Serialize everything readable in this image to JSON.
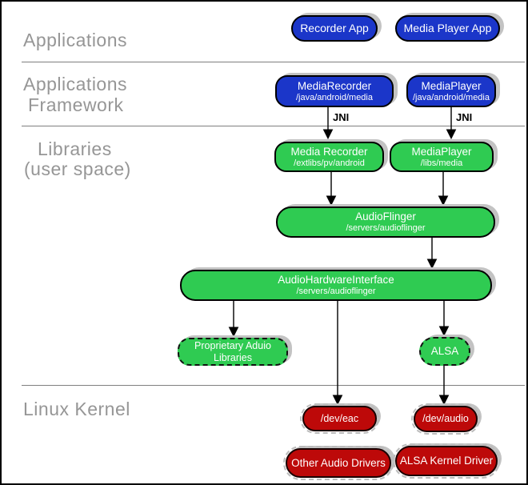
{
  "layers": {
    "applications": {
      "label": "Applications"
    },
    "framework": {
      "label_line1": "Applications",
      "label_line2": "Framework"
    },
    "libraries": {
      "label_line1": "Libraries",
      "label_line2": "(user space)"
    },
    "kernel": {
      "label": "Linux Kernel"
    }
  },
  "nodes": {
    "recorder_app": {
      "label": "Recorder App"
    },
    "media_player_app": {
      "label": "Media Player App"
    },
    "media_recorder_fw": {
      "label": "MediaRecorder",
      "path": "/java/android/media"
    },
    "media_player_fw": {
      "label": "MediaPlayer",
      "path": "/java/android/media"
    },
    "media_recorder_lib": {
      "label": "Media Recorder",
      "path": "/extlibs/pv/android"
    },
    "media_player_lib": {
      "label": "MediaPlayer",
      "path": "/libs/media"
    },
    "audio_flinger": {
      "label": "AudioFlinger",
      "path": "/servers/audioflinger"
    },
    "audio_hardware_interface": {
      "label": "AudioHardwareInterface",
      "path": "/servers/audioflinger"
    },
    "proprietary_audio_libraries": {
      "label_line1": "Proprietary Aduio",
      "label_line2": "Libraries"
    },
    "alsa": {
      "label": "ALSA"
    },
    "dev_eac": {
      "label": "/dev/eac"
    },
    "dev_audio": {
      "label": "/dev/audio"
    },
    "other_audio_drivers": {
      "label": "Other Audio Drivers"
    },
    "alsa_kernel_driver": {
      "label": "ALSA Kernel Driver"
    }
  },
  "edge_labels": {
    "jni_left": "JNI",
    "jni_right": "JNI"
  },
  "colors": {
    "app_blue": "#1b36c9",
    "lib_green": "#2fcb52",
    "kernel_red": "#bd0909",
    "label_gray": "#969696",
    "shadow_gray": "#c3c3c3",
    "divider_gray": "#7f7f7f"
  }
}
